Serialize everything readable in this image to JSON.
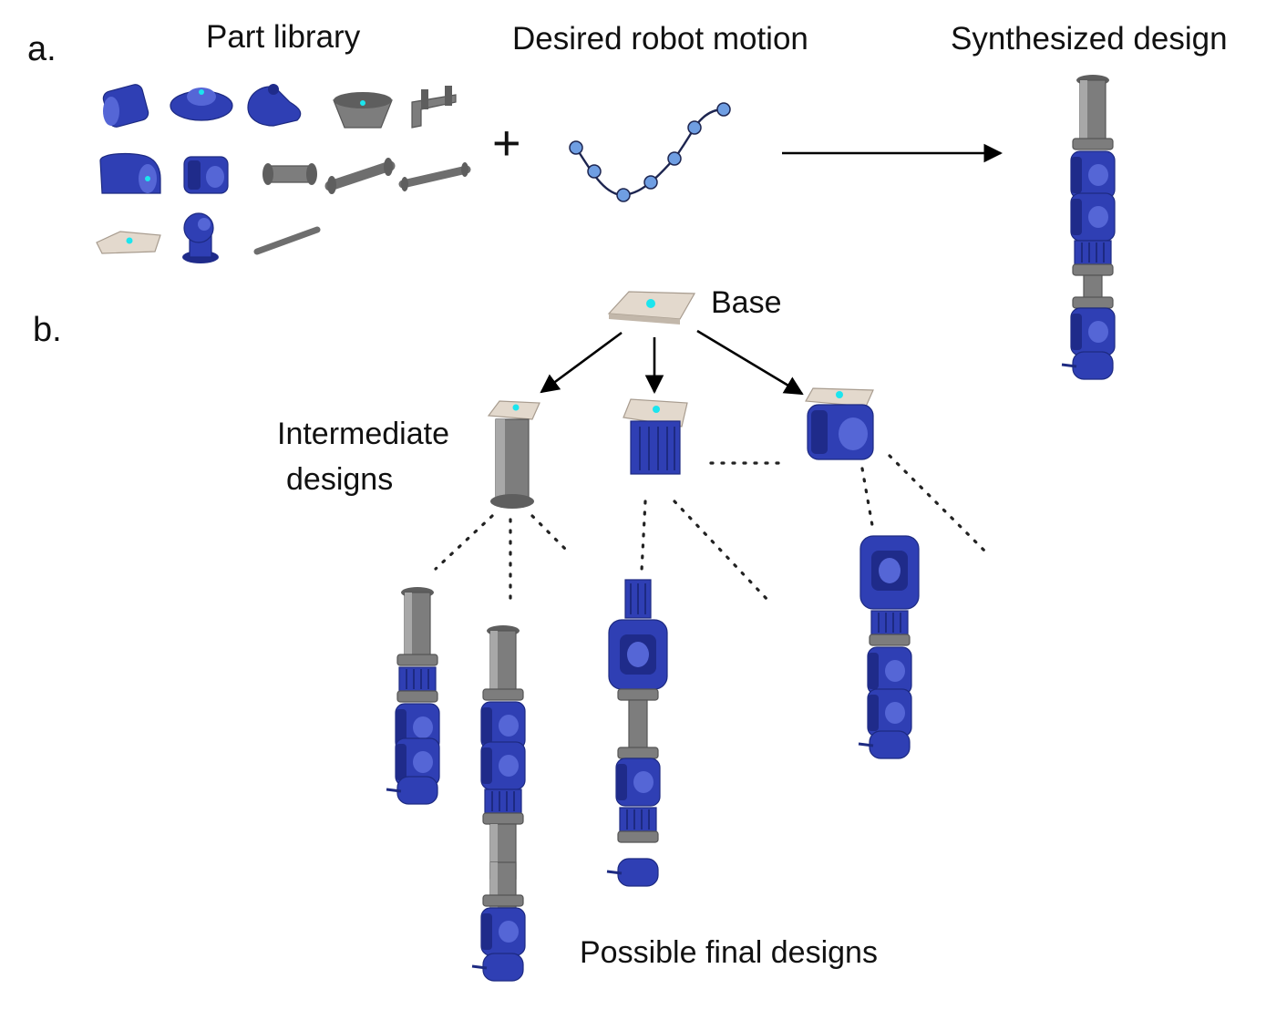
{
  "figure": {
    "panel_a_label": "a.",
    "panel_b_label": "b.",
    "part_library_title": "Part library",
    "desired_motion_title": "Desired robot motion",
    "synthesized_title": "Synthesized design",
    "plus_sign": "+",
    "base_label": "Base",
    "intermediate_line1": "Intermediate",
    "intermediate_line2": "designs",
    "possible_final_label": "Possible final designs"
  },
  "colors": {
    "part_blue": "#2f3fb4",
    "part_gray": "#7d7d7d",
    "base_plate": "#e3d9cd",
    "marker_cyan": "#1be5ee",
    "trajectory_point": "#6f9ee2"
  }
}
